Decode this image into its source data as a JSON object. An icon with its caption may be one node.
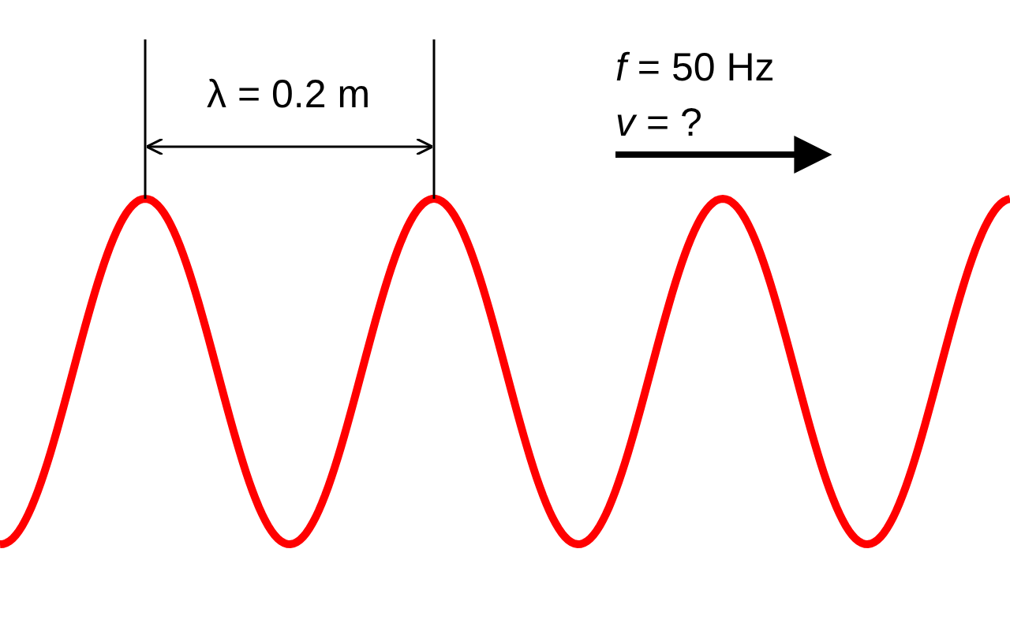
{
  "diagram": {
    "labels": [
      "λ = 0.2 m",
      "*f* = 50 Hz",
      "*v* = ?"
    ]
  }
}
